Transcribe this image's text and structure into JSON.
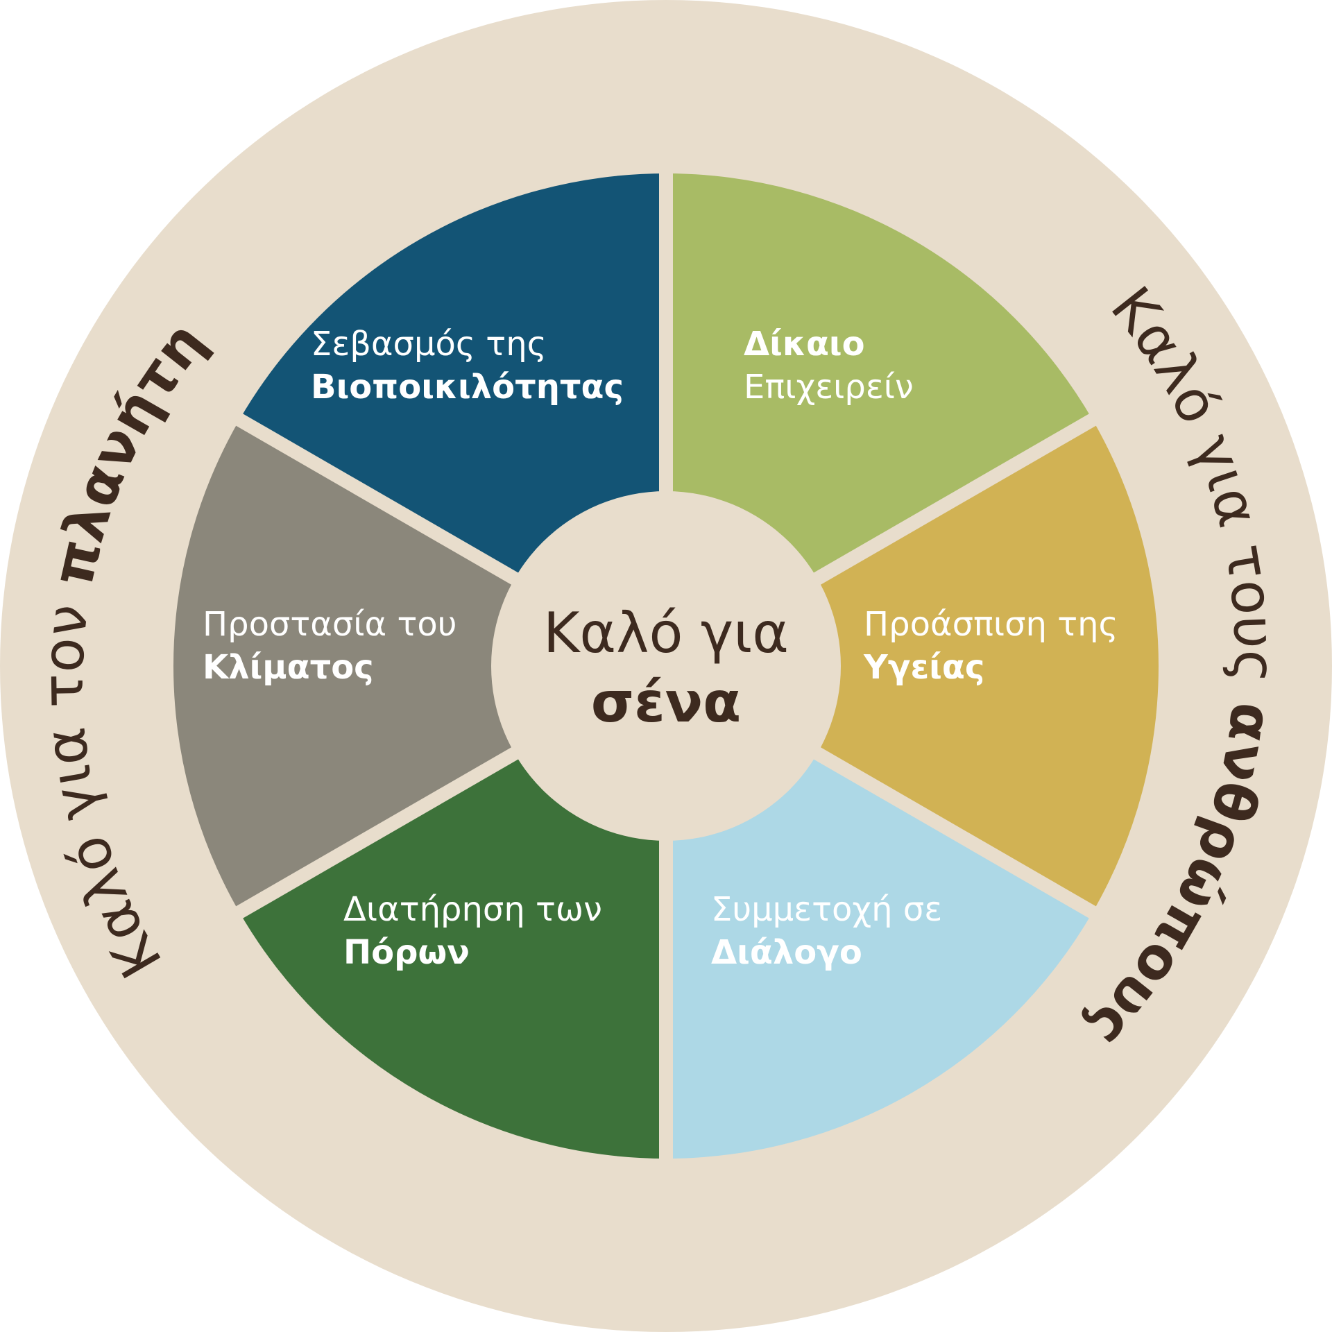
{
  "outer_ring": {
    "left": {
      "normal": "Καλό για τον ",
      "bold": "πλανήτη"
    },
    "right": {
      "normal": "Καλό για τους ",
      "bold": "ανθρώπους"
    }
  },
  "center": {
    "line1": "Καλό για",
    "line2": "σένα"
  },
  "segments": [
    {
      "id": "biodiversity",
      "line1": "Σεβασμός της",
      "line2": "Βιοποικιλότητας",
      "bold_line": 2,
      "color": "#a8bb65"
    },
    {
      "id": "fair-business",
      "line1": "Δίκαιο",
      "line2": "Επιχειρείν",
      "bold_line": 1,
      "color": "#d1b254"
    },
    {
      "id": "health",
      "line1": "Προάσπιση της",
      "line2": "Υγείας",
      "bold_line": 2,
      "color": "#add8e6"
    },
    {
      "id": "dialogue",
      "line1": "Συμμετοχή σε",
      "line2": "Διάλογο",
      "bold_line": 2,
      "color": "#3d723a"
    },
    {
      "id": "resources",
      "line1": "Διατήρηση των",
      "line2": "Πόρων",
      "bold_line": 2,
      "color": "#8b877b"
    },
    {
      "id": "climate",
      "line1": "Προστασία του",
      "line2": "Κλίματος",
      "bold_line": 2,
      "color": "#135475"
    }
  ],
  "colors": {
    "ring": "#e8ddcc",
    "gap": "#e8ddcc",
    "center": "#e8ddcc",
    "text_dark": "#3d2a1f",
    "text_light": "#ffffff"
  }
}
